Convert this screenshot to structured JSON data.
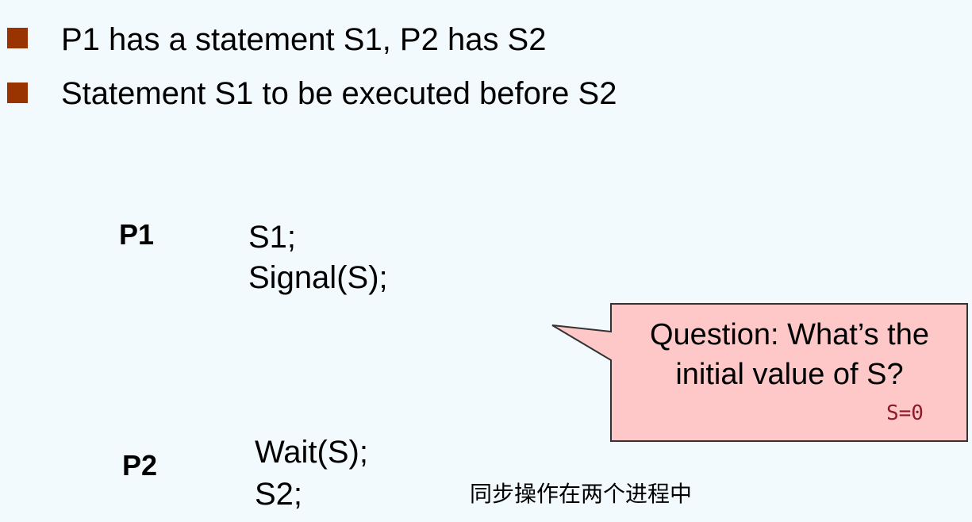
{
  "bullets": [
    "P1 has a statement S1, P2 has S2",
    "Statement S1 to be executed before S2"
  ],
  "p1": {
    "label": "P1",
    "lines": [
      "S1;",
      "Signal(S);"
    ]
  },
  "p2": {
    "label": "P2",
    "lines": [
      "Wait(S);",
      "S2;"
    ]
  },
  "callout": {
    "line1": "Question: What’s the",
    "line2": "initial value of S?",
    "answer": "S=0",
    "fill_color": "#ffc8c8",
    "border_color": "#333333"
  },
  "note": "同步操作在两个进程中",
  "colors": {
    "bullet": "#993300",
    "background": "#f3fafd",
    "answer": "#8b1a2b"
  }
}
